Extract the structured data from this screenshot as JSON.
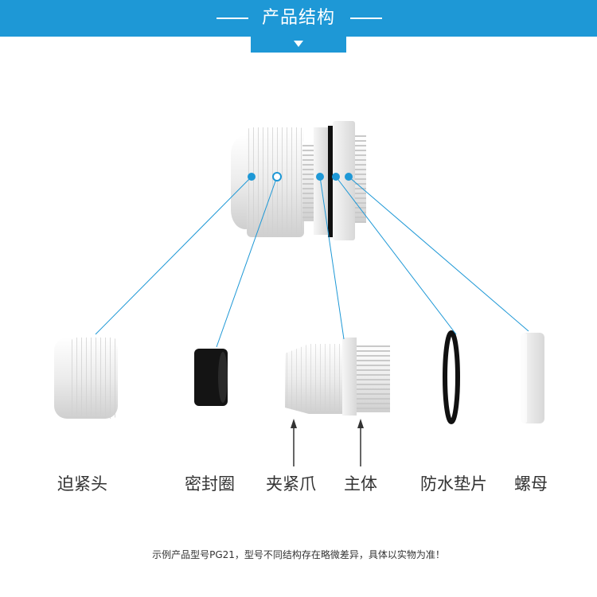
{
  "header": {
    "title": "产品结构"
  },
  "parts": [
    {
      "id": "cap",
      "label": "迫紧头"
    },
    {
      "id": "seal",
      "label": "密封圈"
    },
    {
      "id": "claw",
      "label": "夹紧爪"
    },
    {
      "id": "body",
      "label": "主体"
    },
    {
      "id": "gasket",
      "label": "防水垫片"
    },
    {
      "id": "nut",
      "label": "螺母"
    }
  ],
  "footer": {
    "note": "示例产品型号PG21，型号不同结构存在略微差异，具体以实物为准！"
  },
  "colors": {
    "accent": "#1e98d6",
    "plastic": "#e9e9e9",
    "rubber": "#111111"
  }
}
